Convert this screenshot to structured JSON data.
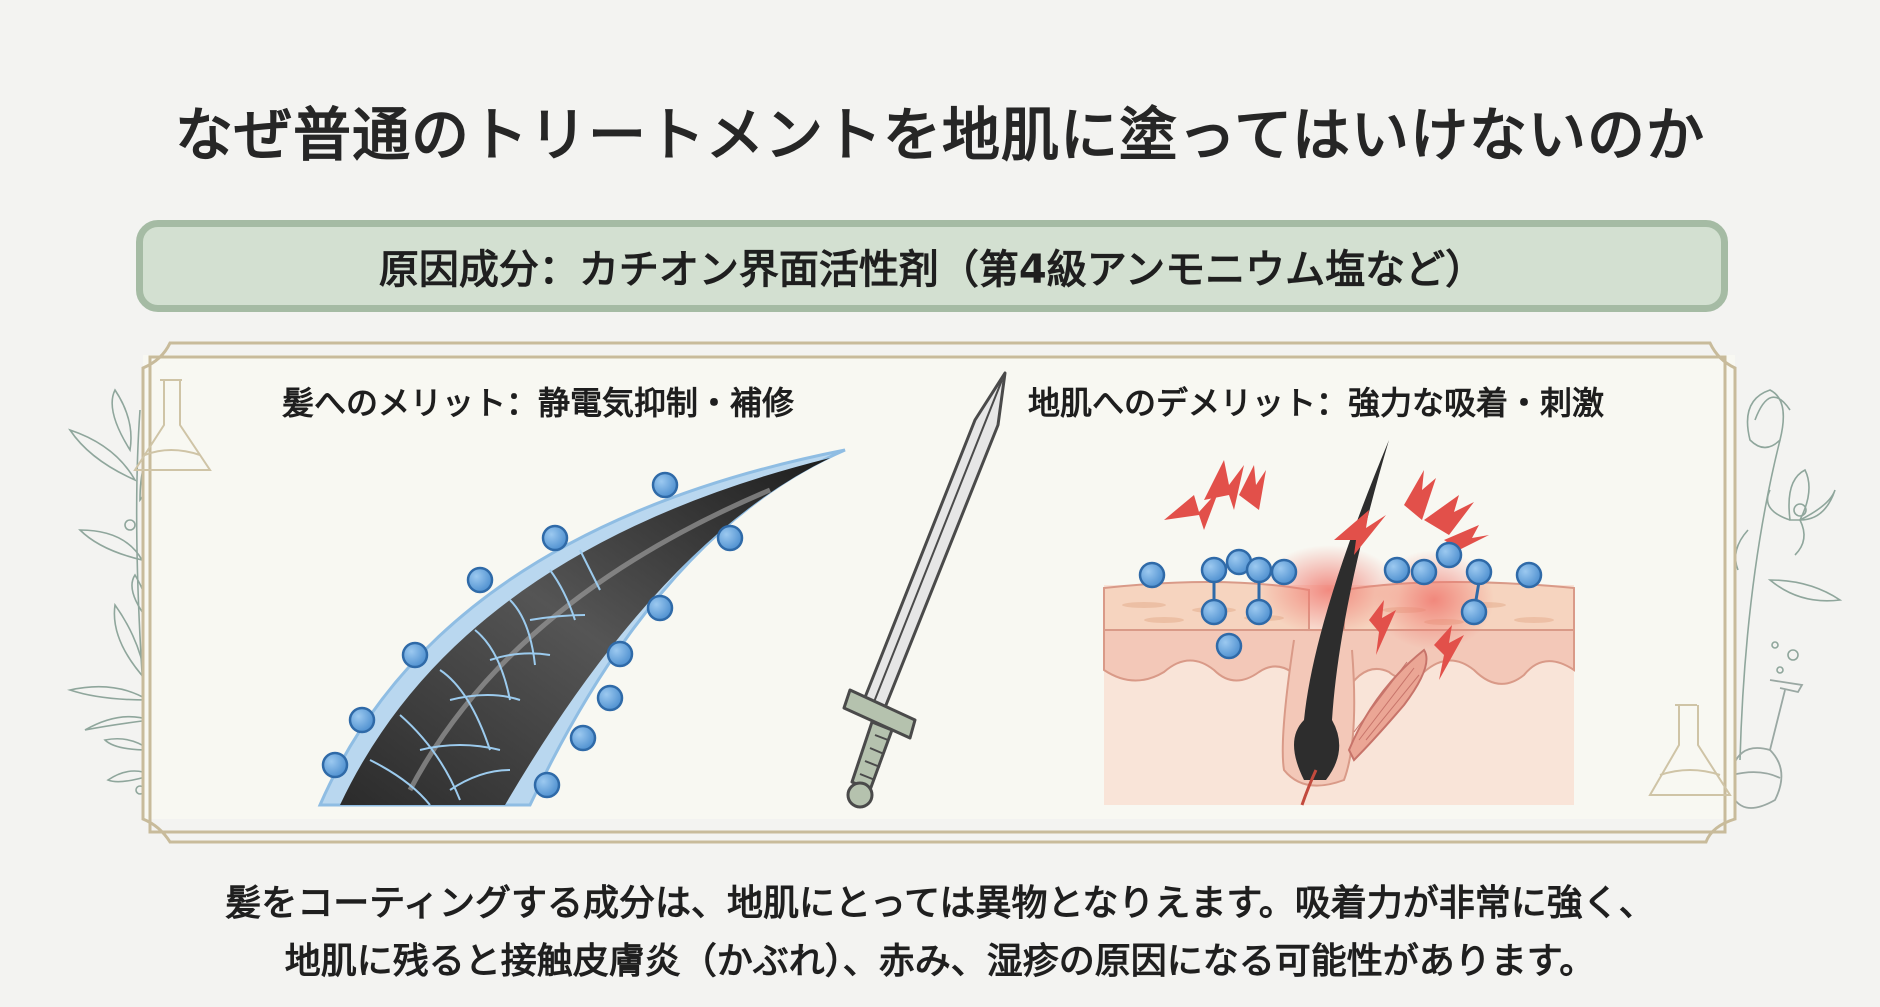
{
  "slide": {
    "title": "なぜ普通のトリートメントを地肌に塗ってはいけないのか",
    "cause_banner": "原因成分：カチオン界面活性剤（第4級アンモニウム塩など）",
    "panels": {
      "left": {
        "heading": "髪へのメリット：静電気抑制・補修",
        "illustration": "coated-hair-strand-with-molecules"
      },
      "center": {
        "illustration": "sword-icon"
      },
      "right": {
        "heading": "地肌へのデメリット：強力な吸着・刺激",
        "illustration": "scalp-cross-section-irritation"
      }
    },
    "footer": {
      "line1": "髪をコーティングする成分は、地肌にとっては異物となりえます。吸着力が非常に強く、",
      "line2": "地肌に残ると接触皮膚炎（かぶれ）、赤み、湿疹の原因になる可能性があります。"
    }
  },
  "colors": {
    "background": "#f3f3f1",
    "banner_fill": "#d3e0d1",
    "banner_border": "#a5bba4",
    "frame_line": "#c8bb9b",
    "panel_fill": "#f8f8f2",
    "molecule_blue": "#5b9bd5",
    "irritation_red": "#e2504a",
    "skin": "#f7dccd"
  }
}
